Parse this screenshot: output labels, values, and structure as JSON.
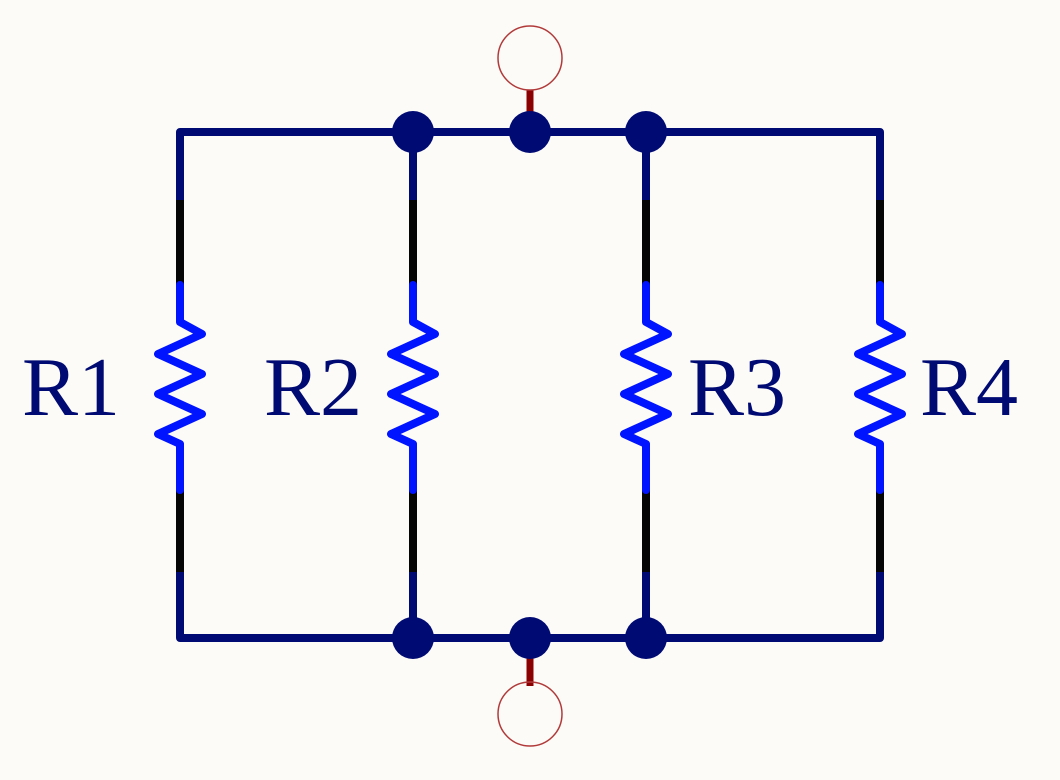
{
  "diagram": {
    "resistors": [
      {
        "label": "R1"
      },
      {
        "label": "R2"
      },
      {
        "label": "R3"
      },
      {
        "label": "R4"
      }
    ],
    "colors": {
      "wire": "#000a73",
      "lead": "#050505",
      "resistor": "#0014ff",
      "terminal_stub": "#8b0000",
      "terminal_circle": "#b03a3a",
      "node": "#000a73",
      "background": "#fdfbf7"
    }
  }
}
